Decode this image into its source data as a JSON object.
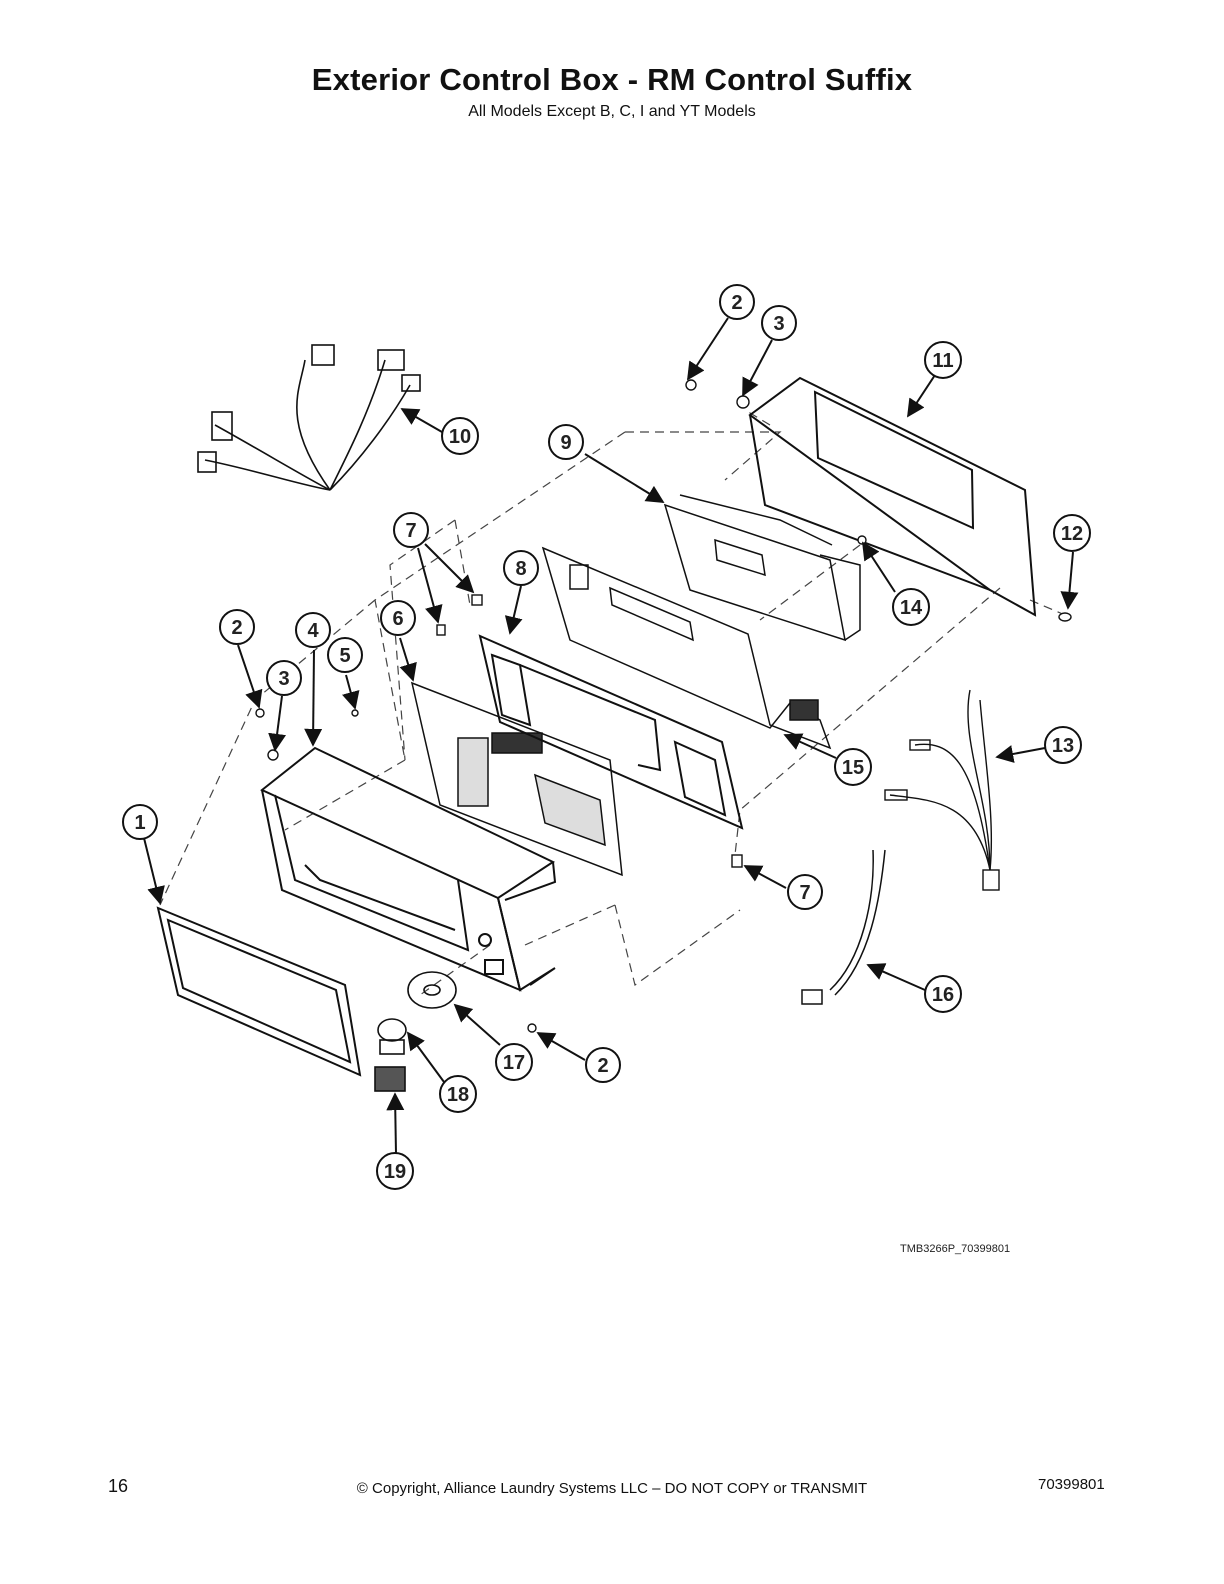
{
  "header": {
    "title": "Exterior Control Box - RM Control Suffix",
    "subtitle": "All Models Except B, C, I and YT Models"
  },
  "diagram": {
    "callouts": [
      {
        "id": "c1",
        "label": "1"
      },
      {
        "id": "c2a",
        "label": "2"
      },
      {
        "id": "c3a",
        "label": "3"
      },
      {
        "id": "c4",
        "label": "4"
      },
      {
        "id": "c5",
        "label": "5"
      },
      {
        "id": "c6",
        "label": "6"
      },
      {
        "id": "c7a",
        "label": "7"
      },
      {
        "id": "c8",
        "label": "8"
      },
      {
        "id": "c9",
        "label": "9"
      },
      {
        "id": "c10",
        "label": "10"
      },
      {
        "id": "c2b",
        "label": "2"
      },
      {
        "id": "c3b",
        "label": "3"
      },
      {
        "id": "c11",
        "label": "11"
      },
      {
        "id": "c12",
        "label": "12"
      },
      {
        "id": "c13",
        "label": "13"
      },
      {
        "id": "c14",
        "label": "14"
      },
      {
        "id": "c15",
        "label": "15"
      },
      {
        "id": "c16",
        "label": "16"
      },
      {
        "id": "c7b",
        "label": "7"
      },
      {
        "id": "c17",
        "label": "17"
      },
      {
        "id": "c2c",
        "label": "2"
      },
      {
        "id": "c18",
        "label": "18"
      },
      {
        "id": "c19",
        "label": "19"
      }
    ],
    "reference_code": "TMB3266P_70399801"
  },
  "footer": {
    "page_number": "16",
    "copyright": "© Copyright, Alliance Laundry Systems LLC – DO NOT COPY or TRANSMIT",
    "document_number": "70399801"
  }
}
